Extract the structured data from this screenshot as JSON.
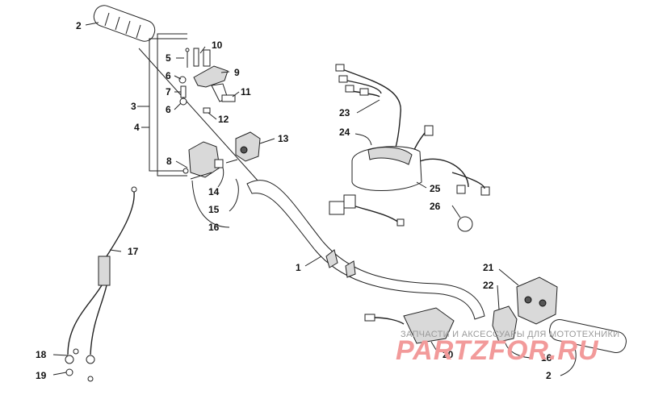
{
  "labels": [
    {
      "id": "l2a",
      "text": "2"
    },
    {
      "id": "l10",
      "text": "10"
    },
    {
      "id": "l5",
      "text": "5"
    },
    {
      "id": "l9",
      "text": "9"
    },
    {
      "id": "l6a",
      "text": "6"
    },
    {
      "id": "l7",
      "text": "7"
    },
    {
      "id": "l11",
      "text": "11"
    },
    {
      "id": "l3",
      "text": "3"
    },
    {
      "id": "l6b",
      "text": "6"
    },
    {
      "id": "l12",
      "text": "12"
    },
    {
      "id": "l4",
      "text": "4"
    },
    {
      "id": "l13",
      "text": "13"
    },
    {
      "id": "l8",
      "text": "8"
    },
    {
      "id": "l14",
      "text": "14"
    },
    {
      "id": "l15",
      "text": "15"
    },
    {
      "id": "l16a",
      "text": "16"
    },
    {
      "id": "l17",
      "text": "17"
    },
    {
      "id": "l18",
      "text": "18"
    },
    {
      "id": "l19",
      "text": "19"
    },
    {
      "id": "l1",
      "text": "1"
    },
    {
      "id": "l23",
      "text": "23"
    },
    {
      "id": "l24",
      "text": "24"
    },
    {
      "id": "l25",
      "text": "25"
    },
    {
      "id": "l26",
      "text": "26"
    },
    {
      "id": "l21",
      "text": "21"
    },
    {
      "id": "l22",
      "text": "22"
    },
    {
      "id": "l20",
      "text": "20"
    },
    {
      "id": "l16b",
      "text": "16"
    },
    {
      "id": "l2b",
      "text": "2"
    }
  ],
  "watermark": {
    "caption": "ЗАПЧАСТИ И АКСЕССУАРЫ ДЛЯ МОТОТЕХНИКИ",
    "brand": "PARTZFOR.RU"
  },
  "colors": {
    "watermark_brand": "#f29a9a",
    "watermark_caption": "#9a9a9a",
    "line": "#222222"
  }
}
